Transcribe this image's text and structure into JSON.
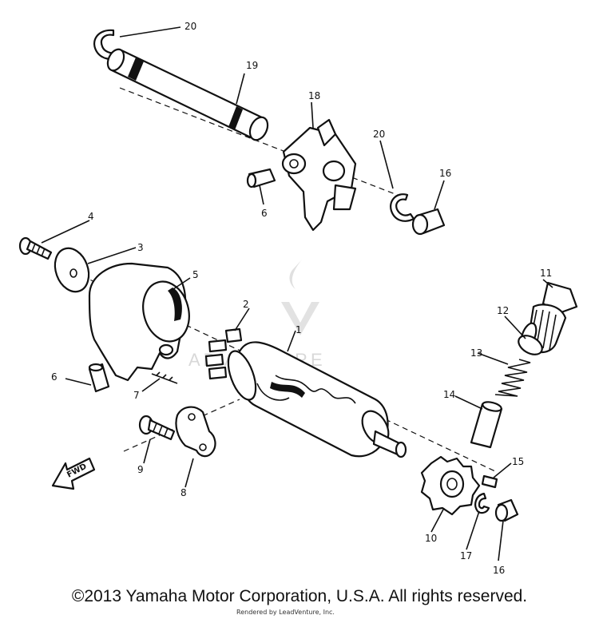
{
  "watermark": {
    "text": "ADVENTURE"
  },
  "copyright": "©2013 Yamaha Motor Corporation, U.S.A. All rights reserved.",
  "rendered_by": "Rendered by LeadVenture, Inc.",
  "fwd_label": "FWD",
  "callouts": {
    "c1": "1",
    "c2": "2",
    "c3": "3",
    "c4": "4",
    "c5": "5",
    "c6a": "6",
    "c6b": "6",
    "c7": "7",
    "c8": "8",
    "c9": "9",
    "c10": "10",
    "c11": "11",
    "c12": "12",
    "c13": "13",
    "c14": "14",
    "c15": "15",
    "c16a": "16",
    "c16b": "16",
    "c17": "17",
    "c18": "18",
    "c19": "19",
    "c20a": "20",
    "c20b": "20"
  }
}
